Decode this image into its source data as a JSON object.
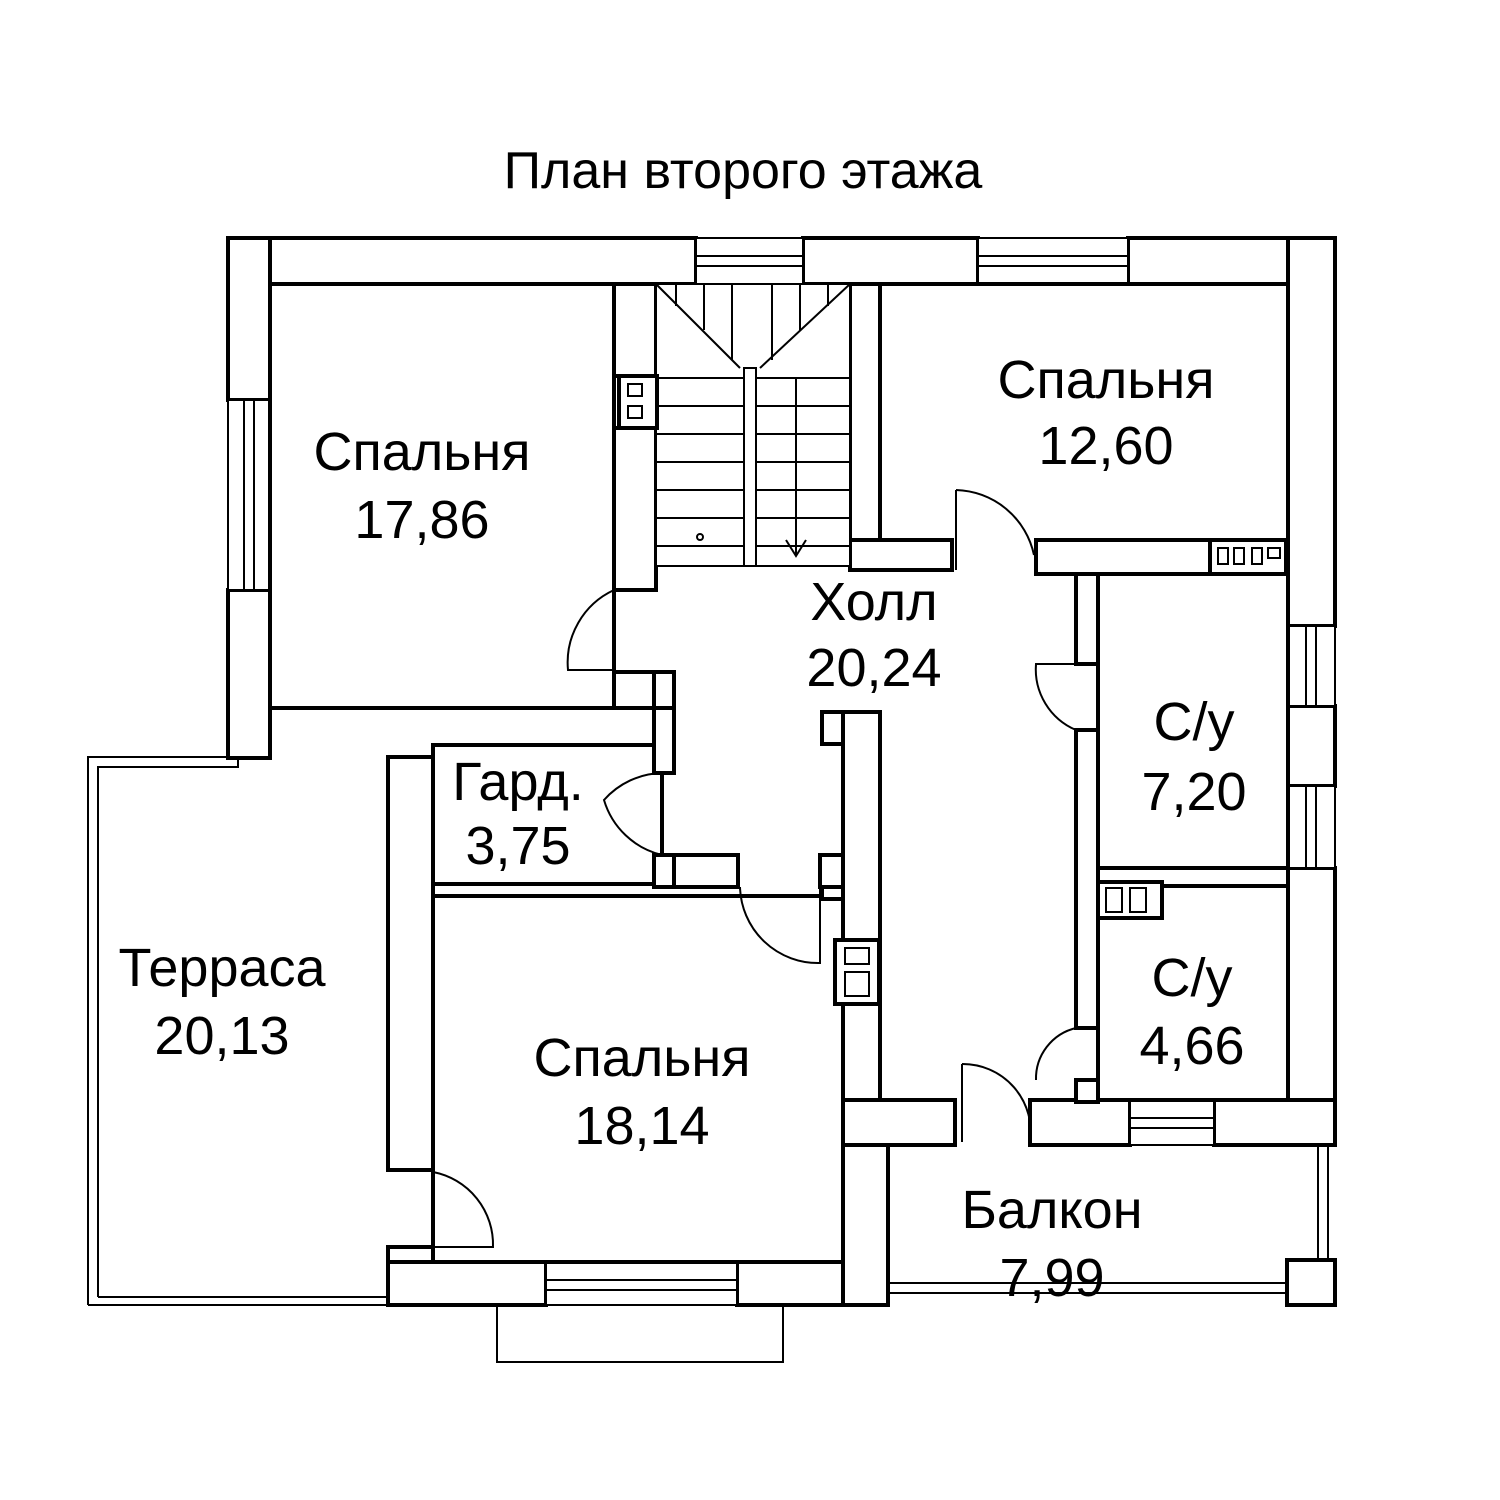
{
  "title": "План второго этажа",
  "rooms": [
    {
      "name": "Спальня",
      "area": "17,86"
    },
    {
      "name": "Спальня",
      "area": "12,60"
    },
    {
      "name": "Холл",
      "area": "20,24"
    },
    {
      "name": "С/у",
      "area": "7,20"
    },
    {
      "name": "Гард.",
      "area": "3,75"
    },
    {
      "name": "Терраса",
      "area": "20,13"
    },
    {
      "name": "Спальня",
      "area": "18,14"
    },
    {
      "name": "С/у",
      "area": "4,66"
    },
    {
      "name": "Балкон",
      "area": "7,99"
    }
  ]
}
